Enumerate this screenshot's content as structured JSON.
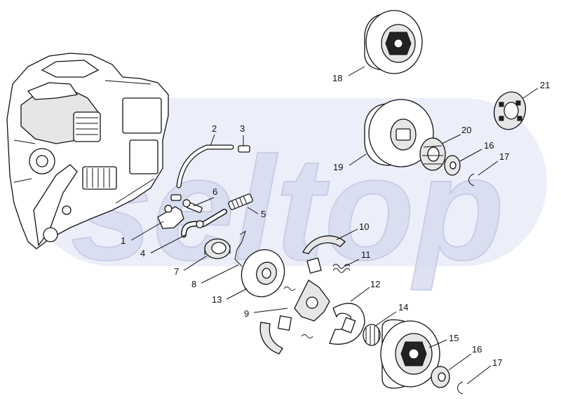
{
  "watermark": {
    "text": "seltop",
    "color": "#d8dcf0",
    "stroke": "#c4c8e4"
  },
  "colors": {
    "ink": "#111111",
    "paper": "#ffffff",
    "band": "#e8ebf8"
  },
  "callouts": [
    {
      "id": "c1",
      "label": "1"
    },
    {
      "id": "c2",
      "label": "2"
    },
    {
      "id": "c3",
      "label": "3"
    },
    {
      "id": "c4",
      "label": "4"
    },
    {
      "id": "c5",
      "label": "5"
    },
    {
      "id": "c6",
      "label": "6"
    },
    {
      "id": "c7",
      "label": "7"
    },
    {
      "id": "c8",
      "label": "8"
    },
    {
      "id": "c9",
      "label": "9"
    },
    {
      "id": "c10",
      "label": "10"
    },
    {
      "id": "c11",
      "label": "11"
    },
    {
      "id": "c12",
      "label": "12"
    },
    {
      "id": "c13",
      "label": "13"
    },
    {
      "id": "c14",
      "label": "14"
    },
    {
      "id": "c15",
      "label": "15"
    },
    {
      "id": "c16a",
      "label": "16"
    },
    {
      "id": "c16b",
      "label": "16"
    },
    {
      "id": "c17a",
      "label": "17"
    },
    {
      "id": "c17b",
      "label": "17"
    },
    {
      "id": "c18",
      "label": "18"
    },
    {
      "id": "c19",
      "label": "19"
    },
    {
      "id": "c20",
      "label": "20"
    },
    {
      "id": "c21",
      "label": "21"
    }
  ]
}
